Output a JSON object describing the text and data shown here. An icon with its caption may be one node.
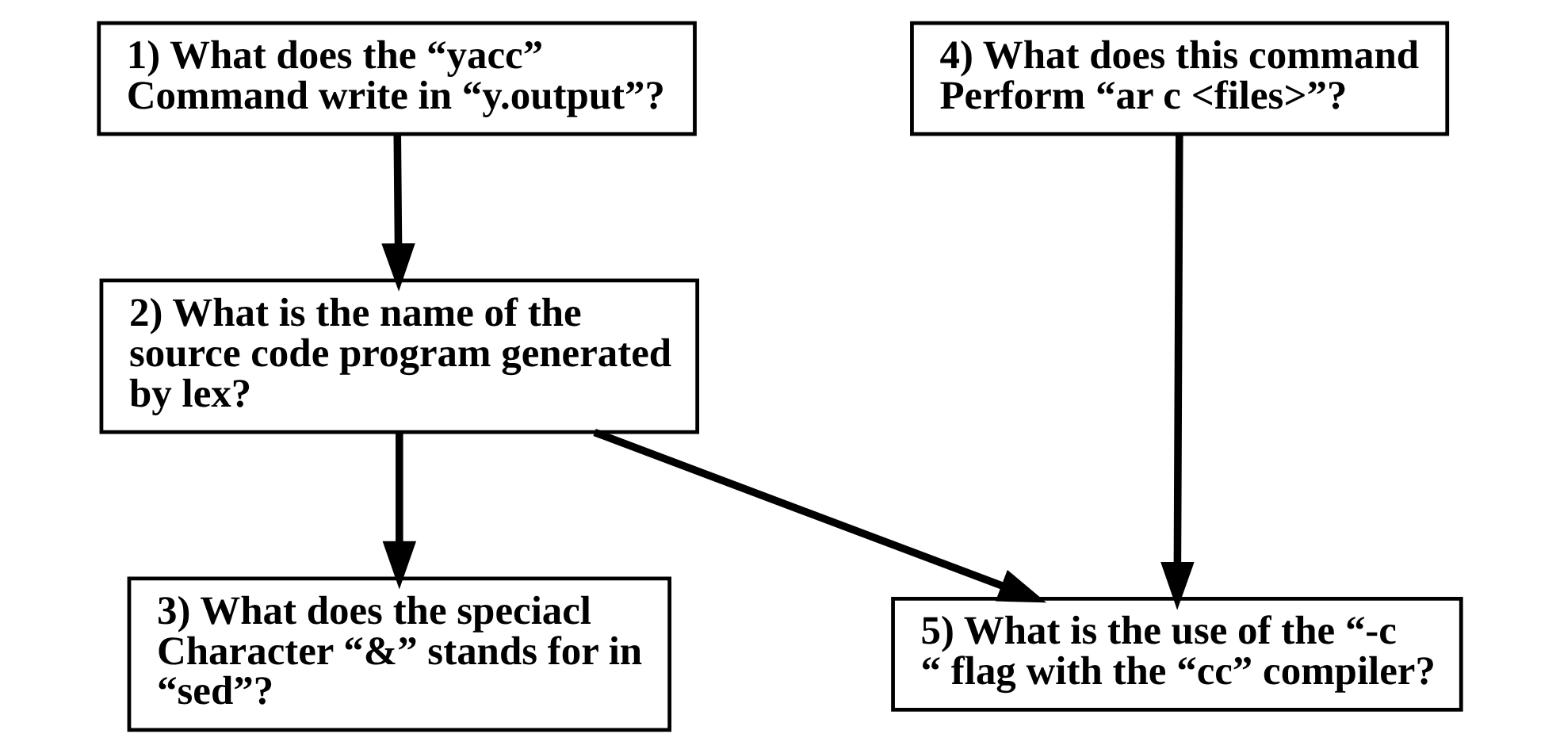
{
  "diagram": {
    "nodes": [
      {
        "text": [
          "1) What does the “yacc” Command write in “y.output”?"
        ]
      },
      {
        "text": [
          "2) What is the name of the source code program generated by lex?"
        ]
      },
      {
        "text": [
          "3) What does the speciacl Character “&” stands for in “sed”?"
        ]
      },
      {
        "text": [
          "4) What does this command Perform “ar c <files>”?"
        ]
      },
      {
        "text": [
          "5) What is the use of the “-c “ flag with the “cc” compiler?"
        ]
      }
    ],
    "edges": [
      {
        "from": 0,
        "to": 1,
        "arrow": "to"
      },
      {
        "from": 1,
        "to": 2,
        "arrow": "to"
      },
      {
        "from": 1,
        "to": 4,
        "arrow": "to"
      },
      {
        "from": 3,
        "to": 4,
        "arrow": "to"
      }
    ]
  }
}
